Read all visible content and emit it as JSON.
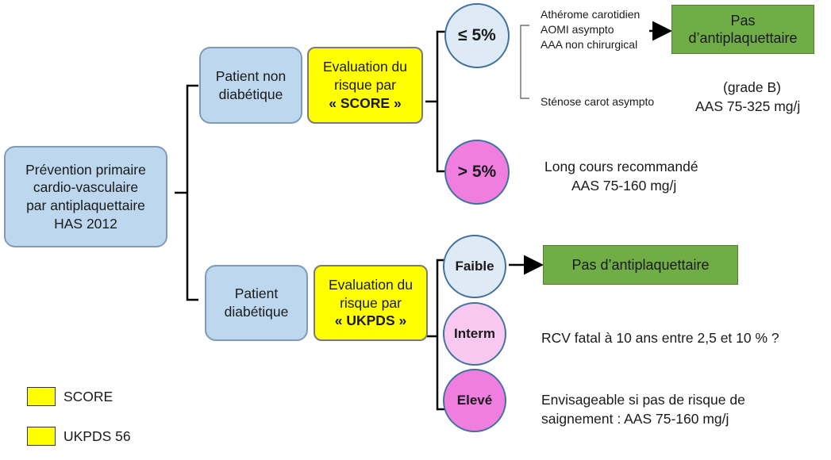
{
  "root": {
    "lines": [
      "Prévention primaire",
      "cardio-vasculaire",
      "par antiplaquettaire",
      "HAS 2012"
    ]
  },
  "non_diabetic": {
    "patient_lines": [
      "Patient non",
      "diabétique"
    ],
    "eval_lines": [
      "Evaluation du",
      "risque par"
    ],
    "eval_method": "« SCORE »",
    "low_risk": {
      "label": "≤ 5%",
      "conditions": [
        "Athérome carotidien",
        "AOMI asympto",
        "AAA non chirurgical"
      ],
      "outcome": [
        "Pas",
        "d’antiplaquettaire"
      ],
      "stenosis": "Sténose carot asympto",
      "stenosis_note": [
        "(grade B)",
        "AAS 75-325 mg/j"
      ]
    },
    "high_risk": {
      "label": "> 5%",
      "note": [
        "Long cours recommandé",
        "AAS 75-160 mg/j"
      ]
    }
  },
  "diabetic": {
    "patient_lines": [
      "Patient",
      "diabétique"
    ],
    "eval_lines": [
      "Evaluation du",
      "risque par"
    ],
    "eval_method": "« UKPDS »",
    "faible": {
      "label": "Faible",
      "outcome": "Pas d’antiplaquettaire"
    },
    "interm": {
      "label": "Interm",
      "note": "RCV fatal à 10 ans entre 2,5 et 10 % ?"
    },
    "eleve": {
      "label": "Elevé",
      "note": [
        "Envisageable si pas de risque de",
        "saignement : AAS 75-160 mg/j"
      ]
    }
  },
  "legend": [
    {
      "label": "SCORE",
      "color": "#ffff00"
    },
    {
      "label": "UKPDS 56",
      "color": "#ffff00"
    }
  ],
  "colors": {
    "patient_box": "#bdd7ee",
    "eval_box": "#ffff00",
    "green_box": "#70ad47",
    "circle_blue": "#deebf7",
    "circle_pink_strong": "#f07de0",
    "circle_pink_light": "#f8c8f0"
  }
}
